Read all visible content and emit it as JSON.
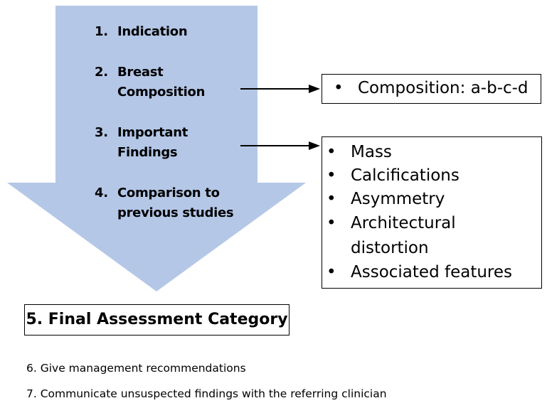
{
  "colors": {
    "arrow_fill": "#b4c7e7",
    "connector": "#000000",
    "box_border": "#000000"
  },
  "steps": [
    {
      "num": "1.",
      "lines": [
        "Indication"
      ]
    },
    {
      "num": "2.",
      "lines": [
        "Breast",
        "Composition"
      ]
    },
    {
      "num": "3.",
      "lines": [
        "Important",
        "Findings"
      ]
    },
    {
      "num": "4.",
      "lines": [
        "Comparison to",
        "previous studies"
      ]
    }
  ],
  "composition_box": {
    "bullet": "•",
    "text": "Composition: a-b-c-d"
  },
  "findings_box": {
    "bullet": "•",
    "items": [
      [
        "Mass"
      ],
      [
        "Calcifications"
      ],
      [
        "Asymmetry"
      ],
      [
        "Architectural",
        "distortion"
      ],
      [
        "Associated features"
      ]
    ]
  },
  "final": {
    "label": "5. Final Assessment Category"
  },
  "notes": [
    "6. Give management recommendations",
    "7. Communicate unsuspected findings with the referring clinician"
  ]
}
